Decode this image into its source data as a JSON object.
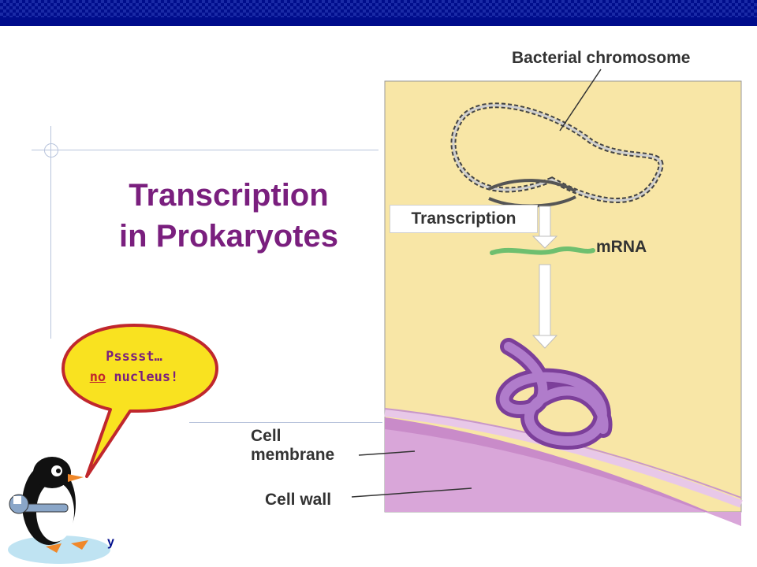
{
  "slide": {
    "title_line1": "Transcription",
    "title_line2": "in Prokaryotes"
  },
  "labels": {
    "bacterial_chromosome": "Bacterial chromosome",
    "transcription": "Transcription",
    "mrna": "mRNA",
    "cell_membrane_line1": "Cell",
    "cell_membrane_line2": "membrane",
    "cell_wall": "Cell wall"
  },
  "speech_bubble": {
    "line1": "Psssst…",
    "no_word": "no",
    "line2_rest": " nucleus!"
  },
  "corner_text": "y",
  "colors": {
    "top_bar": "#000d8c",
    "title": "#7a1f7e",
    "cytoplasm": "#f8e6a6",
    "cell_wall": "#c98bc9",
    "bubble_fill": "#f9e220",
    "bubble_border": "#c0272d",
    "ribbon": "#9b62b5",
    "mrna_strand": "#6fbf6f"
  },
  "icons": [
    "penguin-mascot-icon",
    "wrench-icon",
    "down-arrow-icon"
  ]
}
